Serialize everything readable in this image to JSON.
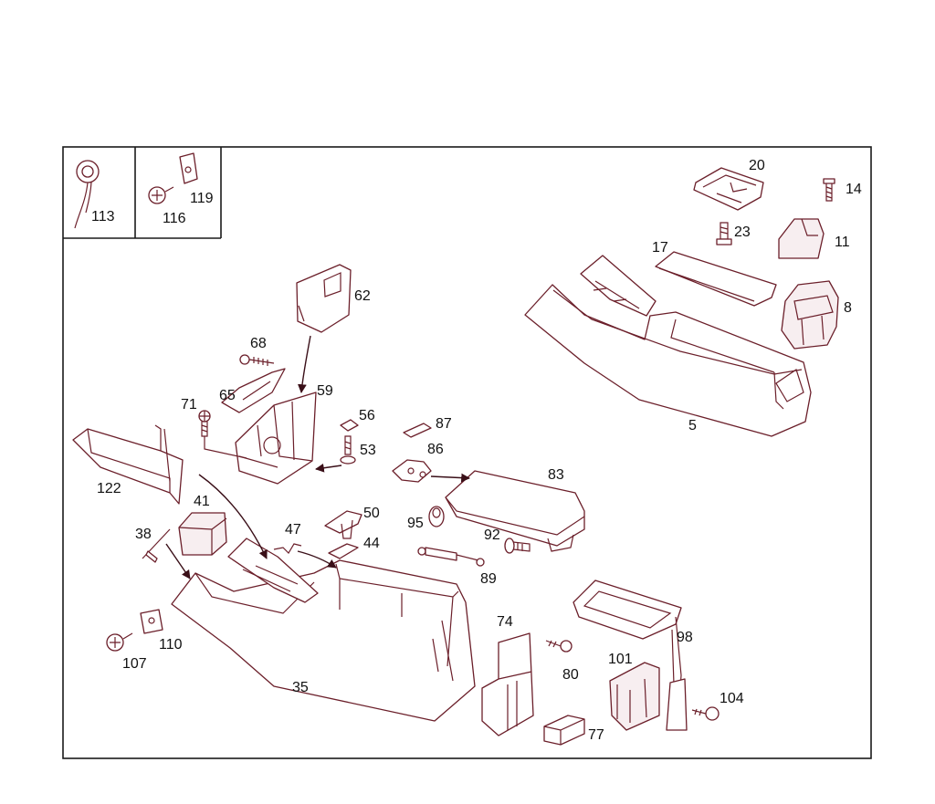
{
  "colors": {
    "part_stroke": "#6b1f2a",
    "frame": "#1a1a1a",
    "label": "#111111"
  },
  "callouts": {
    "c113": "113",
    "c116": "116",
    "c119": "119",
    "c20": "20",
    "c14": "14",
    "c23": "23",
    "c17": "17",
    "c11": "11",
    "c8": "8",
    "c5": "5",
    "c62": "62",
    "c68": "68",
    "c65": "65",
    "c59": "59",
    "c71": "71",
    "c56": "56",
    "c53": "53",
    "c87": "87",
    "c86": "86",
    "c83": "83",
    "c122": "122",
    "c41": "41",
    "c38": "38",
    "c47": "47",
    "c50": "50",
    "c44": "44",
    "c95": "95",
    "c92": "92",
    "c89": "89",
    "c110": "110",
    "c107": "107",
    "c35": "35",
    "c74": "74",
    "c80": "80",
    "c101": "101",
    "c98": "98",
    "c104": "104",
    "c77": "77"
  }
}
